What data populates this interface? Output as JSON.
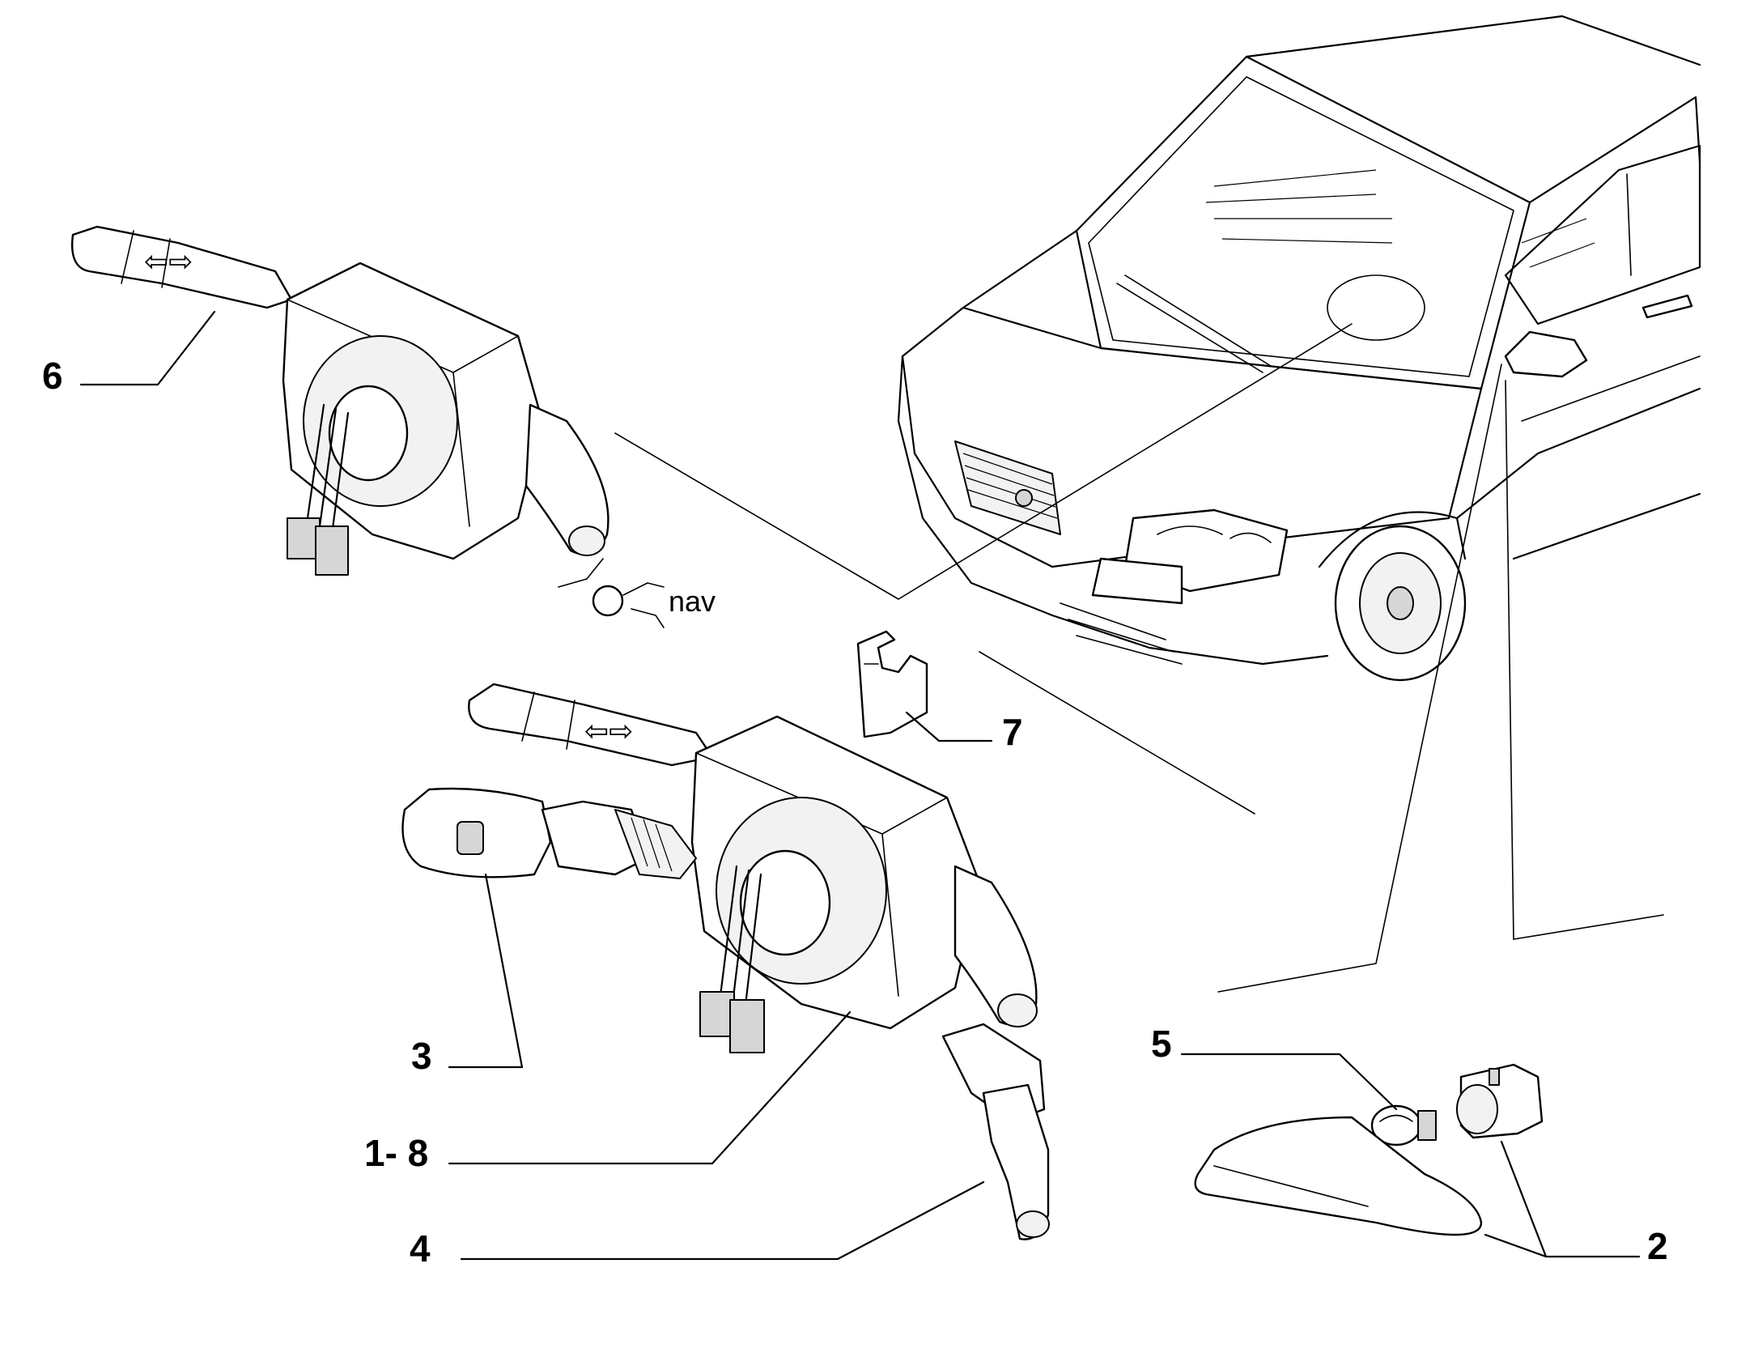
{
  "callouts": {
    "c6": "6",
    "c3": "3",
    "c1_8": "1- 8",
    "c4": "4",
    "c5": "5",
    "c7": "7",
    "c2": "2"
  },
  "annotations": {
    "nav": "nav"
  },
  "colors": {
    "line": "#000000",
    "background": "#ffffff"
  }
}
